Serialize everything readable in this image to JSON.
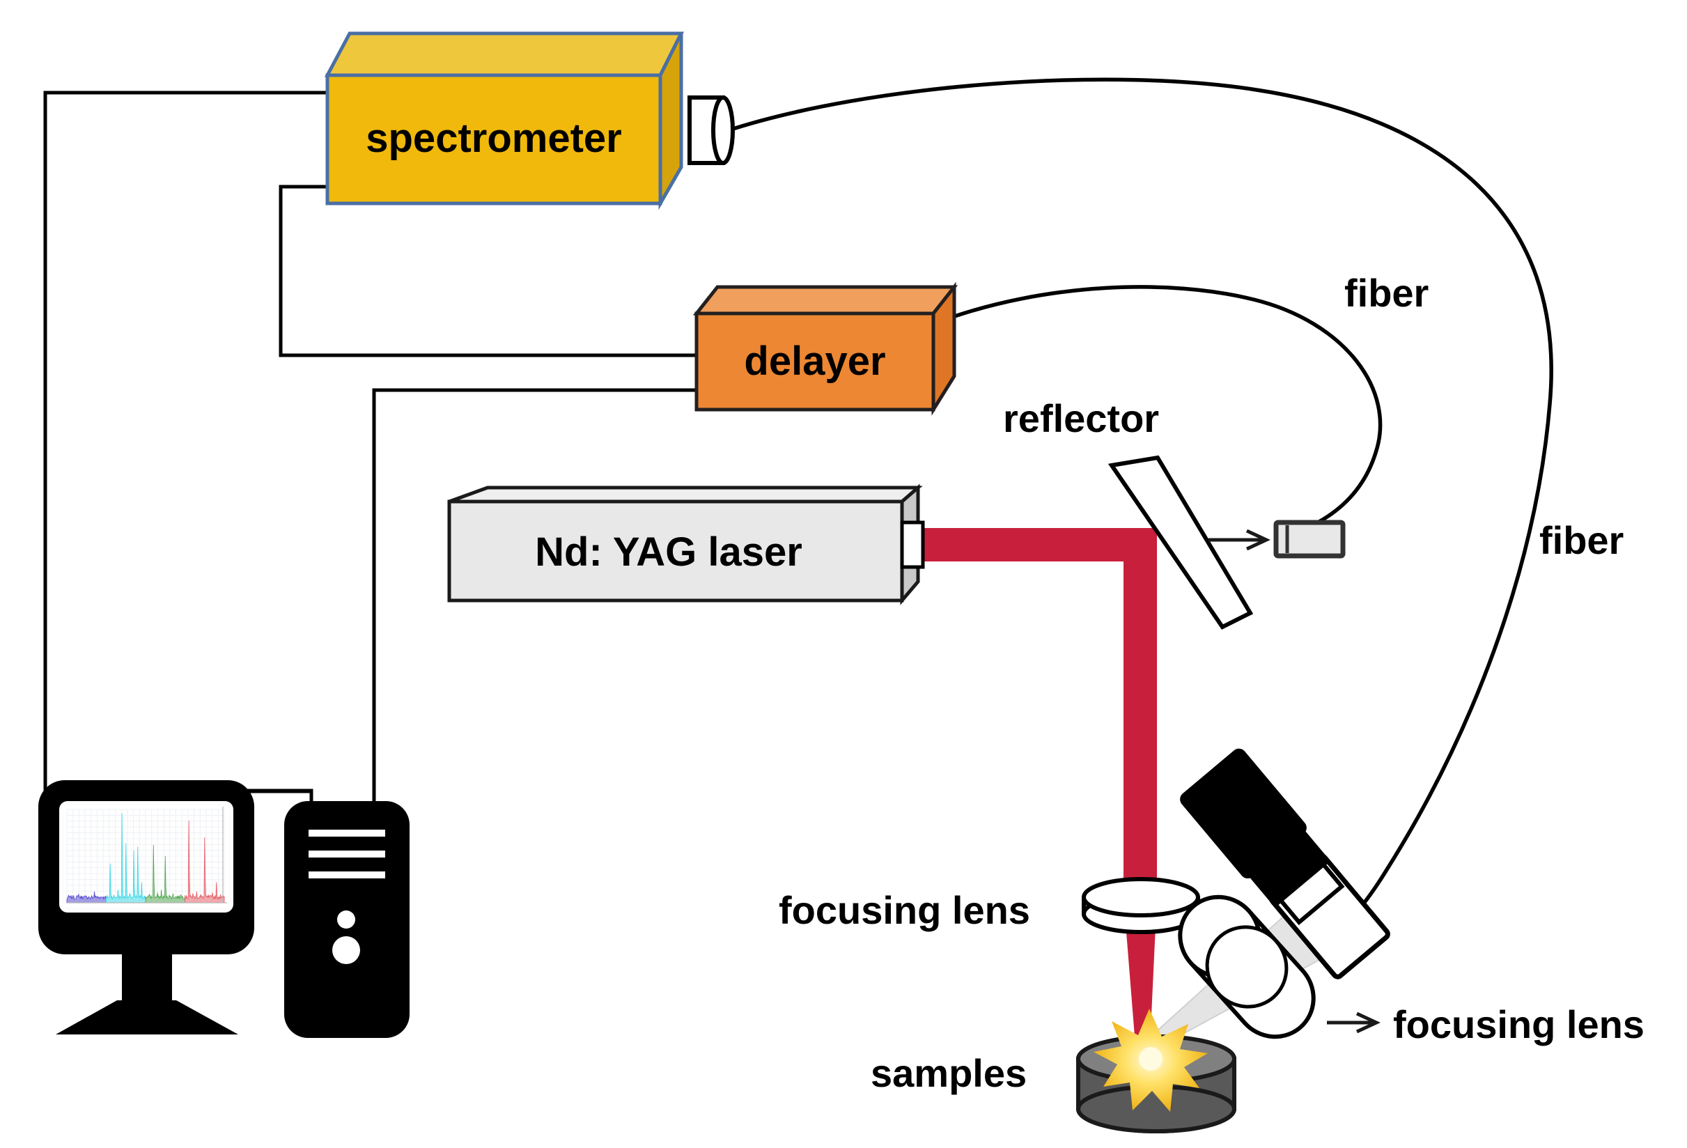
{
  "diagram": {
    "title": "LIBS experimental setup schematic",
    "background_color": "#ffffff",
    "components": {
      "spectrometer": {
        "label": "spectrometer",
        "front_color": "#F0B90B",
        "top_color": "#EFC73D",
        "side_color": "#D6A40A",
        "edge_color": "#4A6FA5",
        "connector": "fiber-connector"
      },
      "delayer": {
        "label": "delayer",
        "front_color": "#ED8733",
        "top_color": "#F0A05C",
        "side_color": "#DE7625",
        "edge_color": "#231F20"
      },
      "laser": {
        "label": "Nd: YAG laser",
        "front_color": "#E8E8E8",
        "top_color": "#EFEFEF",
        "side_color": "#C9C9C9",
        "edge_color": "#1a1a1a",
        "aperture": "laser-aperture"
      },
      "reflector": {
        "label": "reflector",
        "face_color": "#ffffff",
        "edge_color": "#000000"
      },
      "focusing_lens_beam": {
        "label": "focusing lens",
        "face_color": "#ffffff"
      },
      "focusing_lens_collection": {
        "label": "focusing lens",
        "face_color": "#ffffff"
      },
      "samples": {
        "label": "samples",
        "top_color": "#808080",
        "body_color": "#595959",
        "edge_color": "#1a1a1a"
      },
      "plasma": {
        "label": "plasma-spark",
        "core_color": "#FFF2B0",
        "burst_color": "#F5C13A"
      },
      "fiber_upper": {
        "label": "fiber"
      },
      "fiber_lower": {
        "label": "fiber"
      },
      "fiber_head_reflector": {
        "label": "fiber-head",
        "body_color": "#E8E8E8",
        "edge_color": "#333333"
      },
      "fiber_head_collection": {
        "label": "fiber-coupler",
        "body_color": "#000000"
      },
      "computer_monitor": {
        "label": "computer-monitor",
        "bezel_color": "#000000",
        "screen_color": "#fdfdfd"
      },
      "computer_tower": {
        "label": "computer-tower",
        "case_color": "#000000",
        "vent_color": "#ffffff"
      },
      "laser_beam": {
        "label": "laser-beam",
        "color": "#C8203C"
      },
      "collection_cone": {
        "label": "emission-collection-cone",
        "color": "#E4E4E4"
      }
    },
    "labels": {
      "spectrometer": "spectrometer",
      "delayer": "delayer",
      "laser": "Nd: YAG laser",
      "reflector": "reflector",
      "fiber_upper": "fiber",
      "fiber_lower": "fiber",
      "focusing_lens_left": "focusing lens",
      "focusing_lens_right": "focusing lens",
      "samples": "samples"
    },
    "connections": [
      {
        "name": "spectrometer-to-computer-tower",
        "type": "trigger-cable"
      },
      {
        "name": "spectrometer-to-delayer",
        "type": "trigger-cable"
      },
      {
        "name": "delayer-to-computer-tower",
        "type": "trigger-cable"
      },
      {
        "name": "delayer-to-laser-fiber-head",
        "type": "optical-fiber"
      },
      {
        "name": "collection-lens-to-spectrometer",
        "type": "optical-fiber"
      },
      {
        "name": "monitor-to-tower",
        "type": "video-cable"
      }
    ]
  },
  "chart_data": {
    "type": "line",
    "title": "LIBS spectrum on monitor",
    "xlabel": "",
    "ylabel": "",
    "grid": true,
    "legend": "none",
    "series": [
      {
        "name": "segment-1-blue",
        "color": "#5A4FCF",
        "x": [
          0,
          3,
          6,
          9,
          12,
          15,
          18,
          21,
          24,
          27,
          30
        ],
        "values": [
          3,
          6,
          4,
          9,
          5,
          7,
          4,
          12,
          5,
          6,
          4
        ]
      },
      {
        "name": "segment-2-cyan",
        "color": "#3FD8E8",
        "x": [
          30,
          33,
          36,
          39,
          42,
          45,
          48,
          51,
          54,
          57,
          60
        ],
        "values": [
          5,
          42,
          8,
          14,
          96,
          64,
          10,
          56,
          60,
          22,
          7
        ]
      },
      {
        "name": "segment-3-green",
        "color": "#57A857",
        "x": [
          60,
          63,
          66,
          69,
          72,
          75,
          78,
          81,
          84,
          87,
          90
        ],
        "values": [
          6,
          9,
          62,
          11,
          14,
          50,
          8,
          10,
          7,
          9,
          6
        ]
      },
      {
        "name": "segment-4-red",
        "color": "#E8636B",
        "x": [
          90,
          93,
          96,
          99,
          102,
          105,
          108,
          111,
          114,
          117,
          120
        ],
        "values": [
          8,
          88,
          10,
          12,
          9,
          70,
          8,
          11,
          22,
          9,
          7
        ]
      }
    ],
    "xlim": [
      0,
      120
    ],
    "ylim": [
      0,
      100
    ]
  }
}
